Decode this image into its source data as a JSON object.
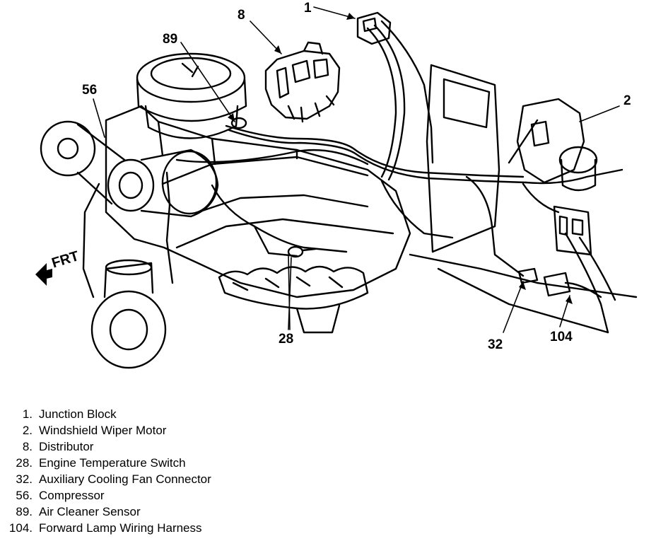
{
  "diagram": {
    "callouts": {
      "c1": "1",
      "c2": "2",
      "c8": "8",
      "c28": "28",
      "c32": "32",
      "c56": "56",
      "c89": "89",
      "c104": "104"
    },
    "front_marker": "FRT"
  },
  "legend": {
    "items": [
      {
        "num": "1.",
        "label": "Junction Block"
      },
      {
        "num": "2.",
        "label": "Windshield Wiper Motor"
      },
      {
        "num": "8.",
        "label": "Distributor"
      },
      {
        "num": "28.",
        "label": "Engine Temperature Switch"
      },
      {
        "num": "32.",
        "label": "Auxiliary Cooling Fan Connector"
      },
      {
        "num": "56.",
        "label": "Compressor"
      },
      {
        "num": "89.",
        "label": "Air Cleaner Sensor"
      },
      {
        "num": "104.",
        "label": "Forward Lamp Wiring Harness"
      }
    ]
  }
}
